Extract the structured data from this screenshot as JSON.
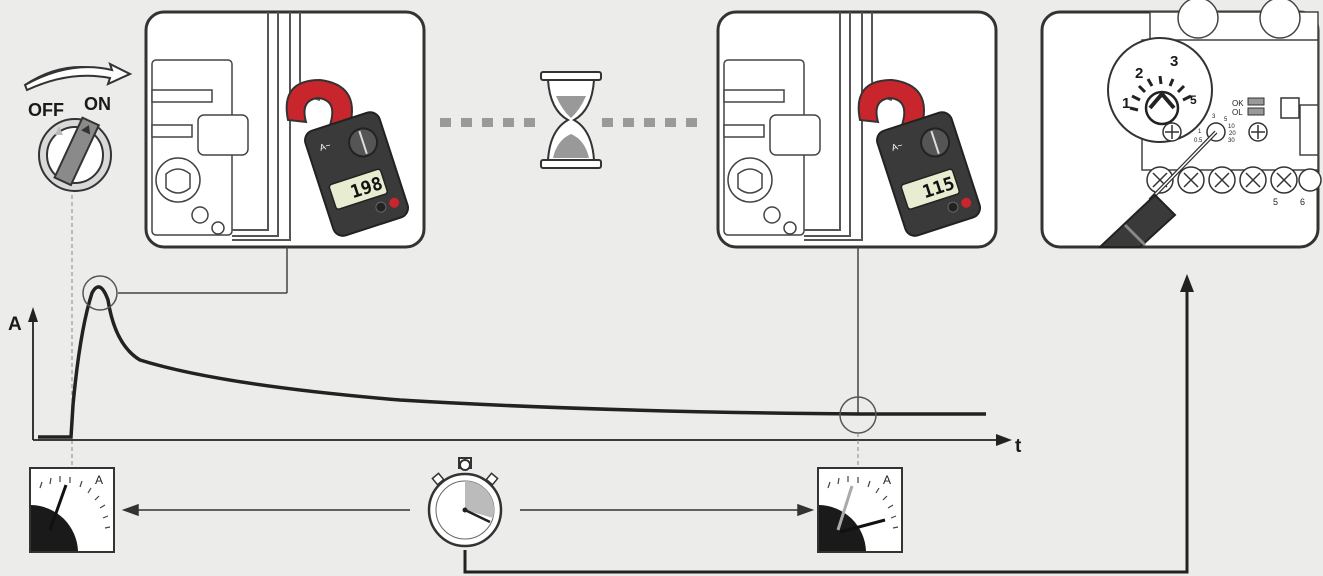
{
  "switch": {
    "off_label": "OFF",
    "on_label": "ON"
  },
  "clamp_meter": {
    "reading_start": "198",
    "reading_later": "115",
    "mode_label": "A~"
  },
  "graph": {
    "y_axis_label": "A",
    "x_axis_label": "t"
  },
  "analog_meter": {
    "unit_label": "A"
  },
  "relay": {
    "dial_labels": [
      "1",
      "2",
      "3",
      "5"
    ],
    "status_labels": [
      "OK",
      "OL"
    ],
    "scale_labels": [
      "1",
      "3",
      "5",
      "10",
      "20",
      "30",
      "0.5"
    ],
    "terminal_labels": [
      "5",
      "6"
    ]
  },
  "colors": {
    "background": "#ececeb",
    "line": "#1a1a1a",
    "clamp_red": "#c8262c",
    "meter_body": "#3a3a3a",
    "dotted": "#9a9a9a"
  }
}
